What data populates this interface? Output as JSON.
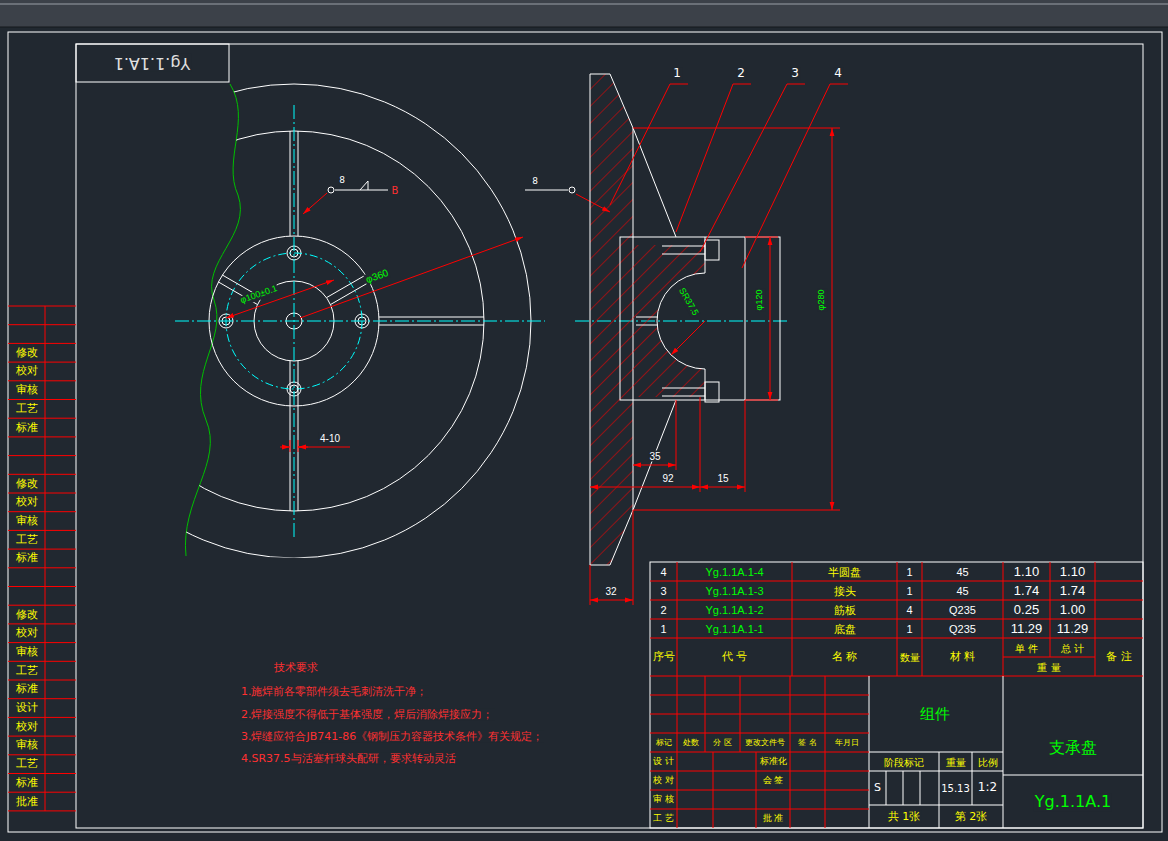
{
  "diagram": {
    "labels": [
      "Yg.1.1A.1",
      "8",
      "B",
      "φ360",
      "φ100±0.1",
      "4-10",
      "1",
      "2",
      "3",
      "4",
      "8",
      "SR37.5",
      "φ120",
      "φ280",
      "35",
      "92",
      "15",
      "32",
      "修改",
      "校对",
      "审核",
      "工艺",
      "标准",
      "修改",
      "校对",
      "审核",
      "工艺",
      "标准",
      "修改",
      "校对",
      "审核",
      "工艺",
      "标准",
      "设计",
      "校对",
      "审核",
      "工艺",
      "标准",
      "批准",
      "序号",
      "代 号",
      "名 称",
      "数量",
      "材 料",
      "单 件",
      "总 计",
      "重 量",
      "备 注",
      "4",
      "Yg.1.1A.1-4",
      "半圆盘",
      "1",
      "45",
      "1.10",
      "1.10",
      "3",
      "Yg.1.1A.1-3",
      "接头",
      "1",
      "45",
      "1.74",
      "1.74",
      "2",
      "Yg.1.1A.1-2",
      "筋板",
      "4",
      "Q235",
      "0.25",
      "1.00",
      "1",
      "Yg.1.1A.1-1",
      "底盘",
      "1",
      "Q235",
      "11.29",
      "11.29",
      "标记",
      "处数",
      "分 区",
      "更改文件号",
      "签 名",
      "年月日",
      "设 计",
      "标准化",
      "校 对",
      "会 签",
      "审 核",
      "工 艺",
      "批 准",
      "组件",
      "阶段标记",
      "重量",
      "比例",
      "S",
      "15.13",
      "1:2",
      "共 1张",
      "第 2张",
      "支承盘",
      "Yg.1.1A.1",
      "技术要求",
      "1.施焊前各零部件须去毛刺清洗干净；",
      "2.焊接强度不得低于基体强度，焊后消除焊接应力；",
      "3.焊缝应符合JB741-86《钢制压力容器技术条件》有关规定；",
      "4.SR37.5与活塞杆球头配研，要求转动灵活"
    ]
  }
}
